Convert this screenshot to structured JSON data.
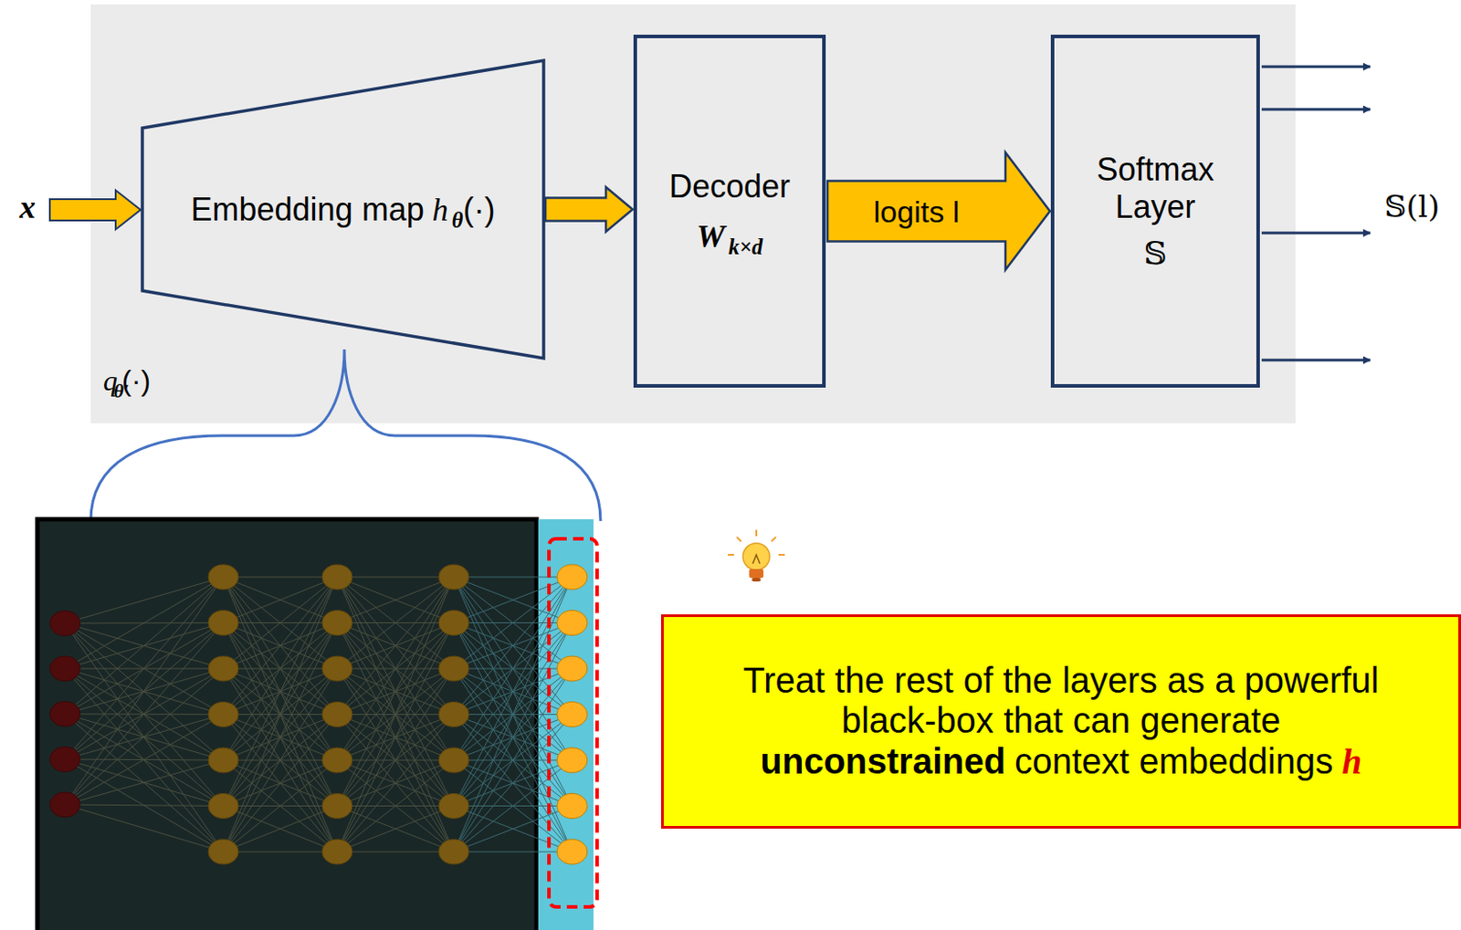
{
  "diagram": {
    "nodes": [
      {
        "text": [
          "Embedding map",
          "h",
          "θ",
          "(·)"
        ]
      },
      {
        "text": [
          "Decoder",
          "W",
          "k×d"
        ]
      },
      {
        "text": [
          "Softmax Layer",
          "𝕊"
        ]
      },
      {
        "text": [
          "Treat the rest of the layers as a powerful black-box that can generate",
          "unconstrained",
          "context embeddings",
          "h"
        ]
      }
    ],
    "edges": [
      {
        "from": 0,
        "to": 1,
        "arrow": "to"
      },
      {
        "from": 1,
        "to": 2,
        "label": "logits l",
        "arrow": "to"
      }
    ],
    "labels": [
      "x",
      "q",
      "θ′",
      "(·)",
      "𝕊(l)"
    ]
  }
}
